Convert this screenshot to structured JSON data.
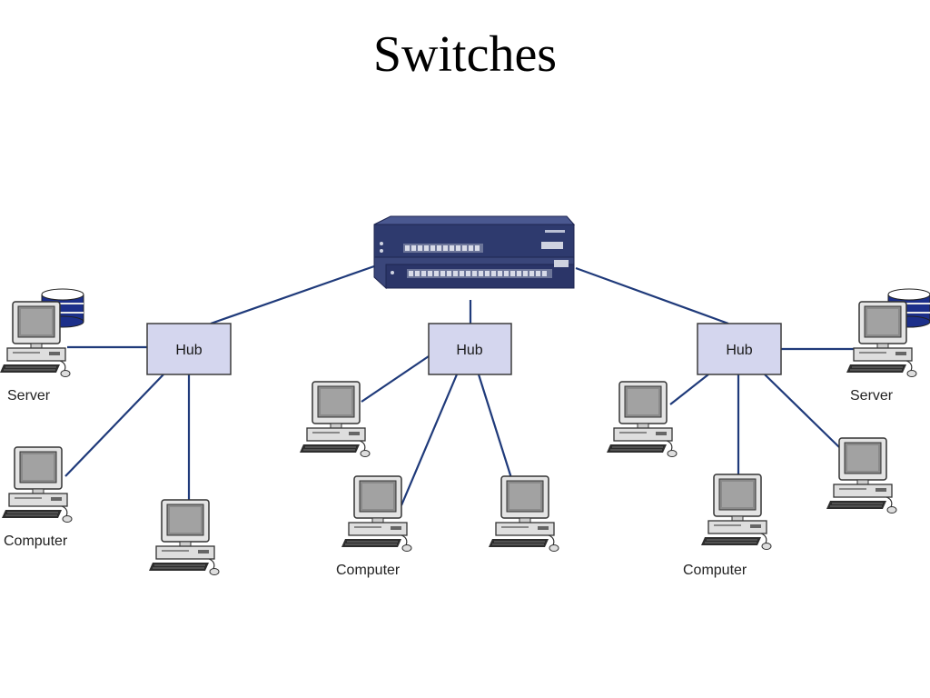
{
  "slide": {
    "title": "Switches"
  },
  "diagram": {
    "switch": {
      "icon": "network-switch-icon"
    },
    "hubs": [
      {
        "label": "Hub"
      },
      {
        "label": "Hub"
      },
      {
        "label": "Hub"
      }
    ],
    "labels": {
      "server_left": "Server",
      "server_right": "Server",
      "computer_left": "Computer",
      "computer_center": "Computer",
      "computer_right": "Computer"
    },
    "colors": {
      "link": "#1f3a7a",
      "hub_fill": "#d4d6ee",
      "hub_border": "#3c3c3c",
      "switch_body": "#2e3a6e"
    }
  }
}
